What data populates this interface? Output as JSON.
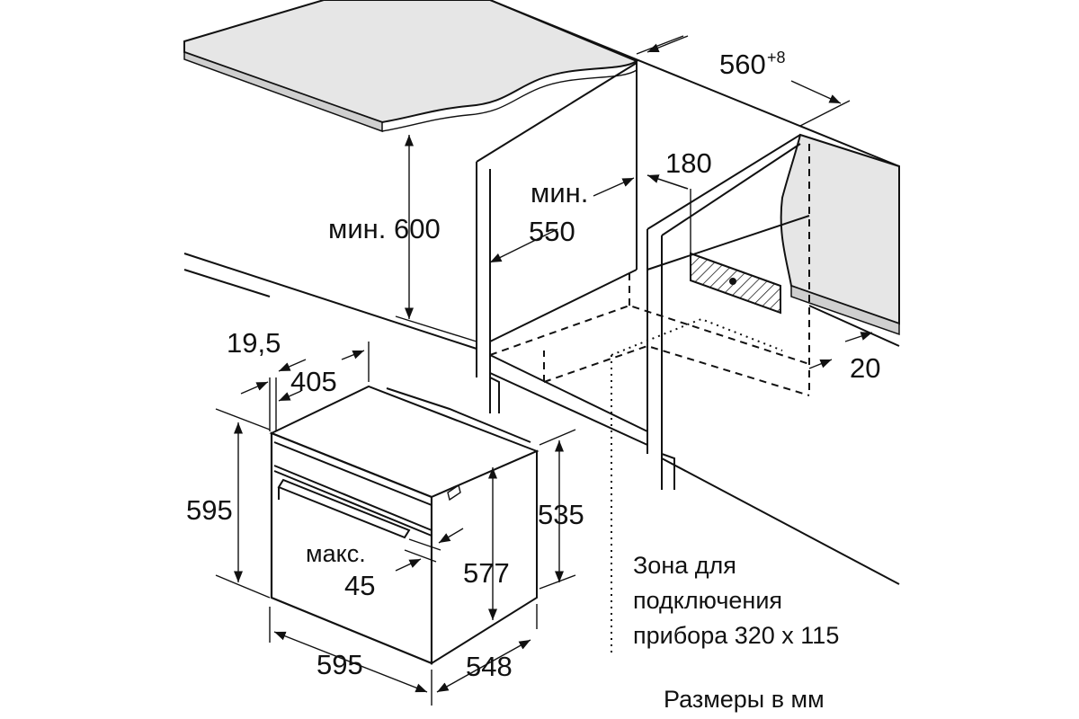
{
  "title": "Размеры в мм",
  "cabinet": {
    "min_height_label": "мин. 600",
    "min_depth_line1": "мин.",
    "min_depth_line2": "550",
    "niche_width": "560",
    "niche_width_tolerance": "+8",
    "vent_depth": "180",
    "rear_gap": "20"
  },
  "oven": {
    "front_panel": "19,5",
    "depth_405": "405",
    "height_595": "595",
    "width_595": "595",
    "depth_548": "548",
    "body_height": "577",
    "side_height": "535",
    "handle_line1": "макс.",
    "handle_line2": "45"
  },
  "connection_zone": {
    "line1": "Зона для",
    "line2": "подключения",
    "line3": "прибора 320 x 115"
  },
  "colors": {
    "line": "#111111",
    "countertop": "#e6e6e6"
  }
}
